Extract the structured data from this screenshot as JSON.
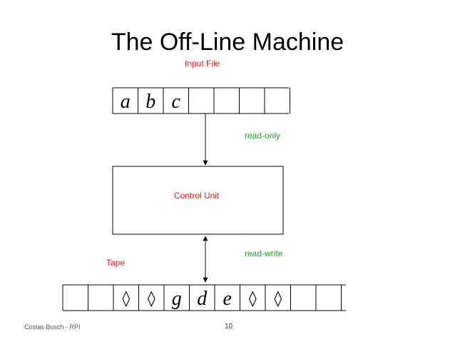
{
  "title": "The Off-Line Machine",
  "labels": {
    "input_file": "Input File",
    "read_only": "read-only",
    "control_unit": "Control Unit",
    "read_write": "read-write",
    "tape": "Tape"
  },
  "input_tape": {
    "cells": [
      "a",
      "b",
      "c",
      "",
      "",
      "",
      ""
    ]
  },
  "work_tape": {
    "cells": [
      "",
      "",
      "◊",
      "◊",
      "g",
      "d",
      "e",
      "◊",
      "◊",
      "",
      ""
    ]
  },
  "footer": {
    "author": "Costas Busch - RPI",
    "page": "10"
  },
  "colors": {
    "label_red": "#e02020",
    "label_green": "#22a22a"
  }
}
